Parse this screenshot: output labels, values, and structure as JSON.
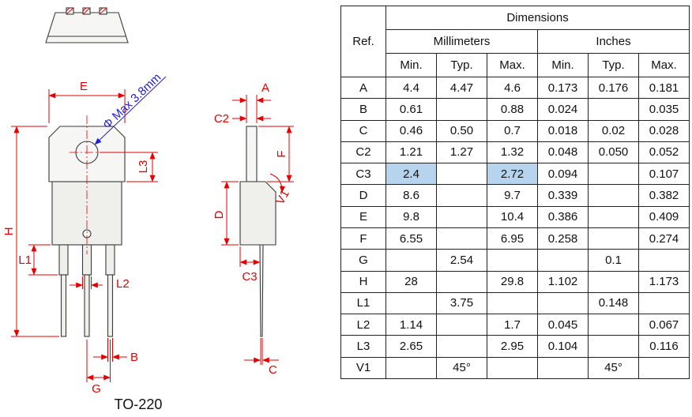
{
  "colors": {
    "dimension": "#e60000",
    "note": "#1f1fd8",
    "outline": "#3a3a3a",
    "highlight": "#b6d4ee"
  },
  "labels": {
    "E": "E",
    "A": "A",
    "C2": "C2",
    "F": "F",
    "V1": "V1",
    "L3": "L3",
    "D": "D",
    "H": "H",
    "L1": "L1",
    "L2": "L2",
    "C3": "C3",
    "B": "B",
    "G": "G",
    "C": "C",
    "phi_note": "Φ Max 3.8mm",
    "package_name": "TO-220"
  },
  "table": {
    "title": "Dimensions",
    "ref_header": "Ref.",
    "unit_headers": [
      "Millimeters",
      "Inches"
    ],
    "col_headers": [
      "Min.",
      "Typ.",
      "Max.",
      "Min.",
      "Typ.",
      "Max."
    ],
    "rows": [
      {
        "ref": "A",
        "values": [
          "4.4",
          "4.47",
          "4.6",
          "0.173",
          "0.176",
          "0.181"
        ],
        "highlight_cols": []
      },
      {
        "ref": "B",
        "values": [
          "0.61",
          "",
          "0.88",
          "0.024",
          "",
          "0.035"
        ],
        "highlight_cols": []
      },
      {
        "ref": "C",
        "values": [
          "0.46",
          "0.50",
          "0.7",
          "0.018",
          "0.02",
          "0.028"
        ],
        "highlight_cols": []
      },
      {
        "ref": "C2",
        "values": [
          "1.21",
          "1.27",
          "1.32",
          "0.048",
          "0.050",
          "0.052"
        ],
        "highlight_cols": []
      },
      {
        "ref": "C3",
        "values": [
          "2.4",
          "",
          "2.72",
          "0.094",
          "",
          "0.107"
        ],
        "highlight_cols": [
          0,
          2
        ]
      },
      {
        "ref": "D",
        "values": [
          "8.6",
          "",
          "9.7",
          "0.339",
          "",
          "0.382"
        ],
        "highlight_cols": []
      },
      {
        "ref": "E",
        "values": [
          "9.8",
          "",
          "10.4",
          "0.386",
          "",
          "0.409"
        ],
        "highlight_cols": []
      },
      {
        "ref": "F",
        "values": [
          "6.55",
          "",
          "6.95",
          "0.258",
          "",
          "0.274"
        ],
        "highlight_cols": []
      },
      {
        "ref": "G",
        "values": [
          "",
          "2.54",
          "",
          "",
          "0.1",
          ""
        ],
        "highlight_cols": []
      },
      {
        "ref": "H",
        "values": [
          "28",
          "",
          "29.8",
          "1.102",
          "",
          "1.173"
        ],
        "highlight_cols": []
      },
      {
        "ref": "L1",
        "values": [
          "",
          "3.75",
          "",
          "",
          "0.148",
          ""
        ],
        "highlight_cols": []
      },
      {
        "ref": "L2",
        "values": [
          "1.14",
          "",
          "1.7",
          "0.045",
          "",
          "0.067"
        ],
        "highlight_cols": []
      },
      {
        "ref": "L3",
        "values": [
          "2.65",
          "",
          "2.95",
          "0.104",
          "",
          "0.116"
        ],
        "highlight_cols": []
      },
      {
        "ref": "V1",
        "values": [
          "",
          "45°",
          "",
          "",
          "45°",
          ""
        ],
        "highlight_cols": []
      }
    ]
  }
}
